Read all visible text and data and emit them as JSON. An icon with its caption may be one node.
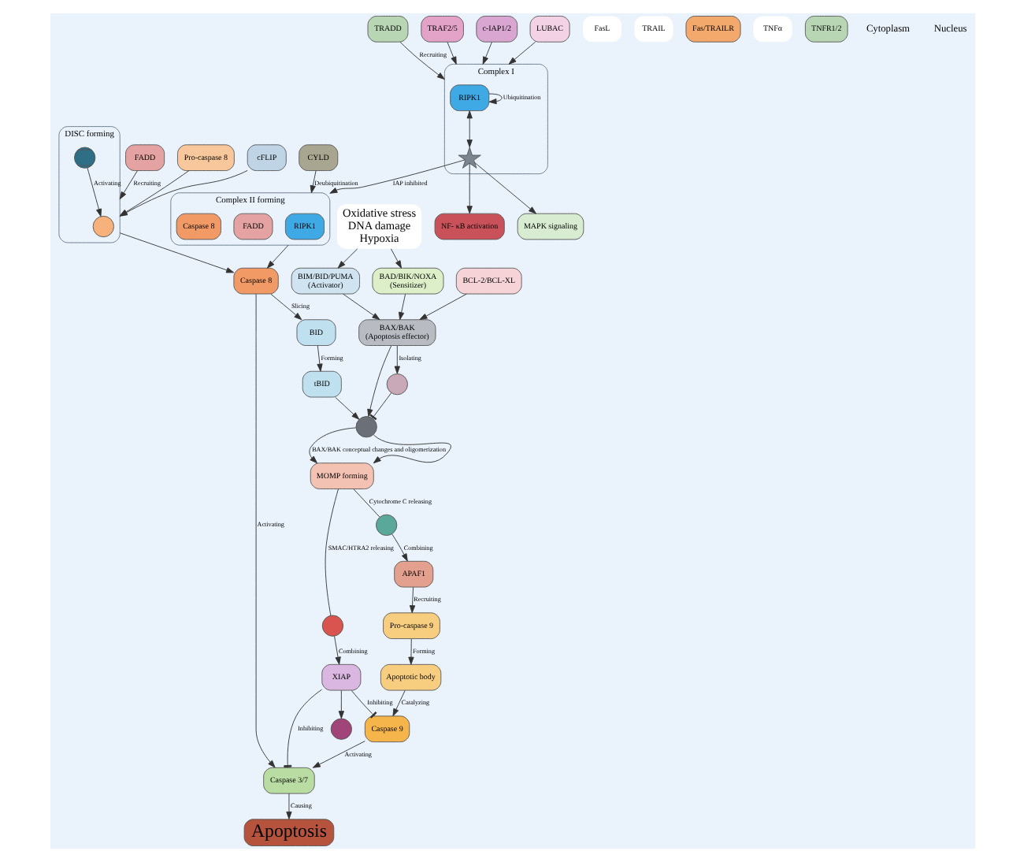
{
  "diagram": {
    "nodes": [
      {
        "text": [
          "Oxidative stress",
          "DNA damage",
          "Hypoxia"
        ]
      },
      {
        "text": [
          "BIM/BID/PUMA",
          "(Activator)"
        ]
      },
      {
        "text": [
          "BAD/BIK/NOXA",
          "(Sensitizer)"
        ]
      },
      {
        "text": [
          "BCL-2/BCL-XL"
        ]
      },
      {
        "text": [
          "BAX/BAK",
          "(Apoptosis effector)"
        ]
      },
      {
        "text": [],
        "shape": "circle"
      },
      {
        "text": [],
        "shape": "circle"
      },
      {
        "text": [
          "FADD"
        ]
      },
      {
        "text": [
          "Pro-caspase 8"
        ]
      },
      {
        "text": [
          "cFLIP"
        ]
      },
      {
        "text": [
          "FasL"
        ]
      },
      {
        "text": [
          "TRAIL"
        ]
      },
      {
        "text": [
          "Fas/TRAILR"
        ]
      },
      {
        "text": [
          "DISC forming"
        ]
      },
      {
        "text": [],
        "shape": "circle",
        "in": 13
      },
      {
        "text": [],
        "shape": "cross",
        "in": 13
      },
      {
        "text": [
          "Caspase 8"
        ]
      },
      {
        "text": [
          "BID"
        ]
      },
      {
        "text": [
          "tBID"
        ]
      },
      {
        "text": [
          "MOMP forming"
        ]
      },
      {
        "text": [],
        "shape": "circle"
      },
      {
        "text": [
          "APAF1"
        ]
      },
      {
        "text": [
          "Pro-caspase 9"
        ]
      },
      {
        "text": [
          "Apoptotic body"
        ]
      },
      {
        "text": [
          "Caspase 9"
        ]
      },
      {
        "text": [
          "Caspase 3/7"
        ]
      },
      {
        "text": [
          "Apoptosis"
        ]
      },
      {
        "text": [],
        "shape": "circle"
      },
      {
        "text": [
          "XIAP"
        ]
      },
      {
        "text": [],
        "shape": "circle"
      },
      {
        "text": [
          "TNFα"
        ]
      },
      {
        "text": [
          "TNFR1/2"
        ]
      },
      {
        "text": [
          "Complex I"
        ]
      },
      {
        "text": [
          "RIPK1"
        ],
        "in": 32
      },
      {
        "text": [],
        "shape": "star",
        "in": 32
      },
      {
        "text": [
          "TRADD"
        ]
      },
      {
        "text": [
          "TRAF2/5"
        ]
      },
      {
        "text": [
          "c-IAP1/2"
        ]
      },
      {
        "text": [
          "LUBAC"
        ]
      },
      {
        "text": [
          "MAPK signaling"
        ]
      },
      {
        "text": [
          "NF- κB activation"
        ]
      },
      {
        "text": [
          "CYLD"
        ]
      },
      {
        "text": [
          "Complex II forming"
        ]
      },
      {
        "text": [
          "RIPK1"
        ],
        "in": 42
      },
      {
        "text": [
          "FADD"
        ],
        "in": 42
      },
      {
        "text": [
          "Caspase 8"
        ],
        "in": 42
      }
    ],
    "edges": [
      {
        "from": 0,
        "to": 1,
        "arrow": "to"
      },
      {
        "from": 0,
        "to": 2,
        "arrow": "to"
      },
      {
        "from": 1,
        "to": 4,
        "arrow": "to"
      },
      {
        "from": 2,
        "to": 4,
        "arrow": "to"
      },
      {
        "from": 3,
        "to": 4,
        "arrow": "to"
      },
      {
        "from": 4,
        "to": 5,
        "label": "Isolating",
        "arrow": "to"
      },
      {
        "from": 5,
        "to": 6,
        "arrow": "other"
      },
      {
        "from": 4,
        "to": 6,
        "arrow": "to"
      },
      {
        "from": 18,
        "to": 6,
        "arrow": "to"
      },
      {
        "from": 7,
        "to": 13,
        "label": "Recruiting",
        "arrow": "to"
      },
      {
        "from": 8,
        "to": 13,
        "arrow": "to"
      },
      {
        "from": 9,
        "to": 13,
        "arrow": "to"
      },
      {
        "from": 15,
        "to": 14,
        "label": "Activating",
        "arrow": "to"
      },
      {
        "from": 13,
        "to": 16,
        "arrow": "to"
      },
      {
        "from": 16,
        "to": 17,
        "label": "Slicing",
        "arrow": "to"
      },
      {
        "from": 17,
        "to": 18,
        "label": "Forming",
        "arrow": "to"
      },
      {
        "from": 6,
        "to": 19,
        "label": "BAX/BAK conceptual changes and oligomerization",
        "arrow": "to"
      },
      {
        "from": 6,
        "to": 19,
        "arrow": "to"
      },
      {
        "from": 19,
        "to": 20,
        "label": "Cytochrome C releasing",
        "arrow": "none"
      },
      {
        "from": 20,
        "to": 21,
        "label": "Combining",
        "arrow": "to"
      },
      {
        "from": 21,
        "to": 22,
        "label": "Recruiting",
        "arrow": "to"
      },
      {
        "from": 22,
        "to": 23,
        "label": "Forming",
        "arrow": "to"
      },
      {
        "from": 23,
        "to": 24,
        "label": "Catalyzing",
        "arrow": "to"
      },
      {
        "from": 24,
        "to": 25,
        "label": "Activating",
        "arrow": "to"
      },
      {
        "from": 25,
        "to": 26,
        "label": "Causing",
        "arrow": "to"
      },
      {
        "from": 19,
        "to": 27,
        "label": "SMAC/HTRA2 releasing",
        "arrow": "none"
      },
      {
        "from": 27,
        "to": 28,
        "label": "Combining",
        "arrow": "to"
      },
      {
        "from": 28,
        "to": 29,
        "arrow": "to"
      },
      {
        "from": 28,
        "to": 24,
        "label": "Inhibiting",
        "arrow": "other"
      },
      {
        "from": 28,
        "to": 25,
        "label": "Inhibiting",
        "arrow": "other"
      },
      {
        "from": 16,
        "to": 25,
        "label": "Activating",
        "arrow": "to"
      },
      {
        "from": 42,
        "to": 16,
        "arrow": "to"
      },
      {
        "from": 35,
        "to": 32,
        "label": "Recruiting",
        "arrow": "to"
      },
      {
        "from": 36,
        "to": 32,
        "arrow": "to"
      },
      {
        "from": 37,
        "to": 32,
        "arrow": "to"
      },
      {
        "from": 38,
        "to": 32,
        "arrow": "to"
      },
      {
        "from": 33,
        "to": 34,
        "arrow": "both"
      },
      {
        "from": 33,
        "to": 33,
        "label": "Ubiquitination",
        "arrow": "to"
      },
      {
        "from": 34,
        "to": 39,
        "arrow": "to"
      },
      {
        "from": 34,
        "to": 40,
        "arrow": "to"
      },
      {
        "from": 34,
        "to": 42,
        "label": "IAP inhibited",
        "arrow": "to"
      },
      {
        "from": 41,
        "to": 42,
        "label": "Deubiquitination",
        "arrow": "to"
      }
    ],
    "labels": [
      "Cytoplasm",
      "Nucleus"
    ]
  }
}
